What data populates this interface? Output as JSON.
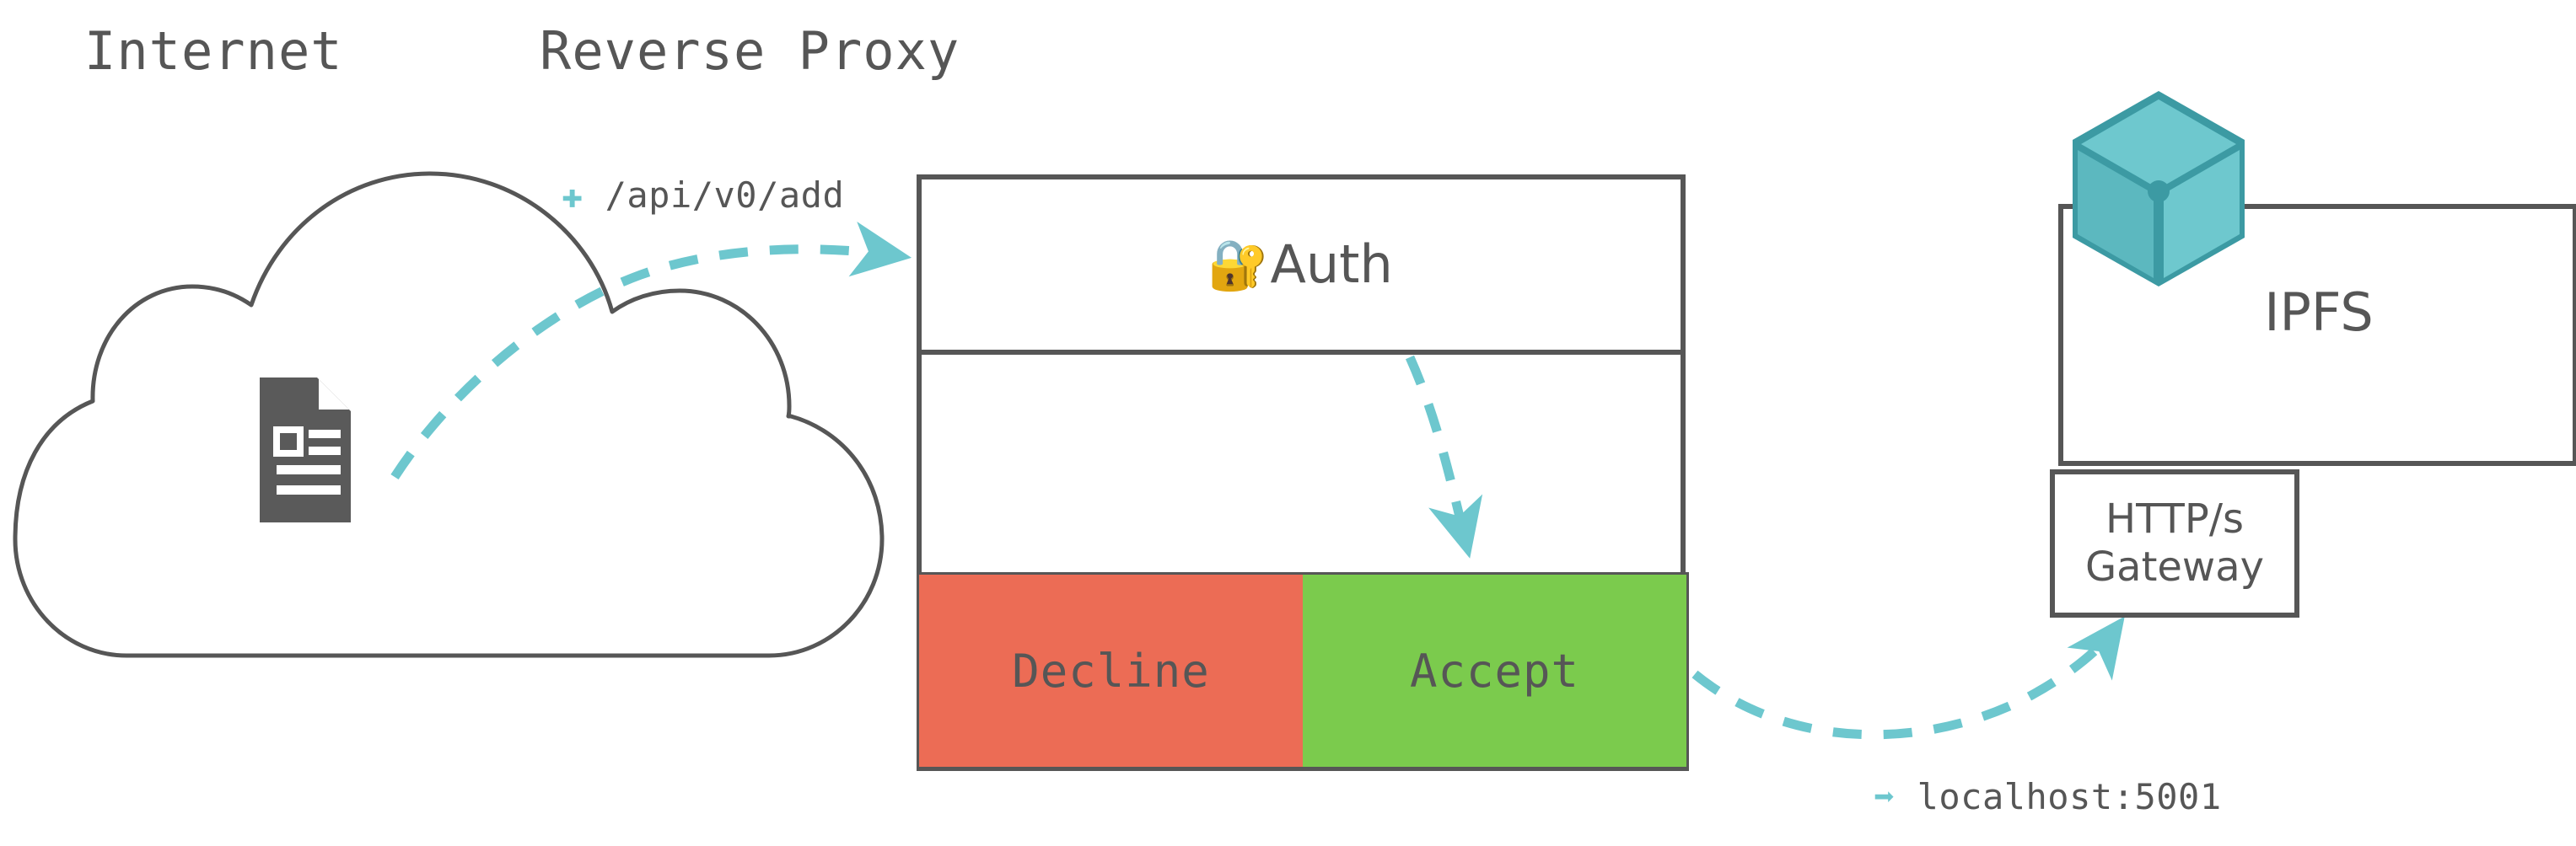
{
  "diagram": {
    "title_internet": "Internet",
    "title_proxy": "Reverse Proxy",
    "colors": {
      "stroke": "#565656",
      "teal": "#6dc7ce",
      "decline_red": "#ec6c55",
      "accept_green": "#7bcb4d",
      "ipfs_cube_light": "#6ec8ce",
      "ipfs_cube_mid": "#5cb8bf",
      "ipfs_cube_dark": "#3c9aa3",
      "doc_icon": "#5a5a5a",
      "background": "#ffffff"
    }
  },
  "internet": {
    "label": "Internet",
    "cloud_icon": "cloud-shape",
    "document_icon": "document-icon"
  },
  "proxy": {
    "label": "Reverse Proxy",
    "auth": {
      "icon": "locked-with-key-emoji",
      "emoji": "🔐",
      "label": "Auth"
    },
    "choices": [
      {
        "label": "Decline",
        "color": "#ec6c55"
      },
      {
        "label": "Accept",
        "color": "#7bcb4d"
      }
    ]
  },
  "ipfs": {
    "label": "IPFS",
    "cube_icon": "ipfs-cube-icon",
    "gateway": {
      "line1": "HTTP/s",
      "line2": "Gateway"
    }
  },
  "edges": [
    {
      "id": "request",
      "icon": "plus-icon",
      "glyph": "✚",
      "label": "/api/v0/add",
      "from": "internet",
      "to": "proxy-auth",
      "style": "dashed",
      "color": "#6dc7ce"
    },
    {
      "id": "auth-to-accept",
      "from": "proxy-auth",
      "to": "accept",
      "style": "dashed",
      "color": "#6dc7ce",
      "label": ""
    },
    {
      "id": "accept-to-gateway",
      "icon": "arrow-right-icon",
      "glyph": "➡",
      "label": "localhost:5001",
      "from": "accept",
      "to": "ipfs-gateway",
      "style": "dashed",
      "color": "#6dc7ce"
    }
  ]
}
